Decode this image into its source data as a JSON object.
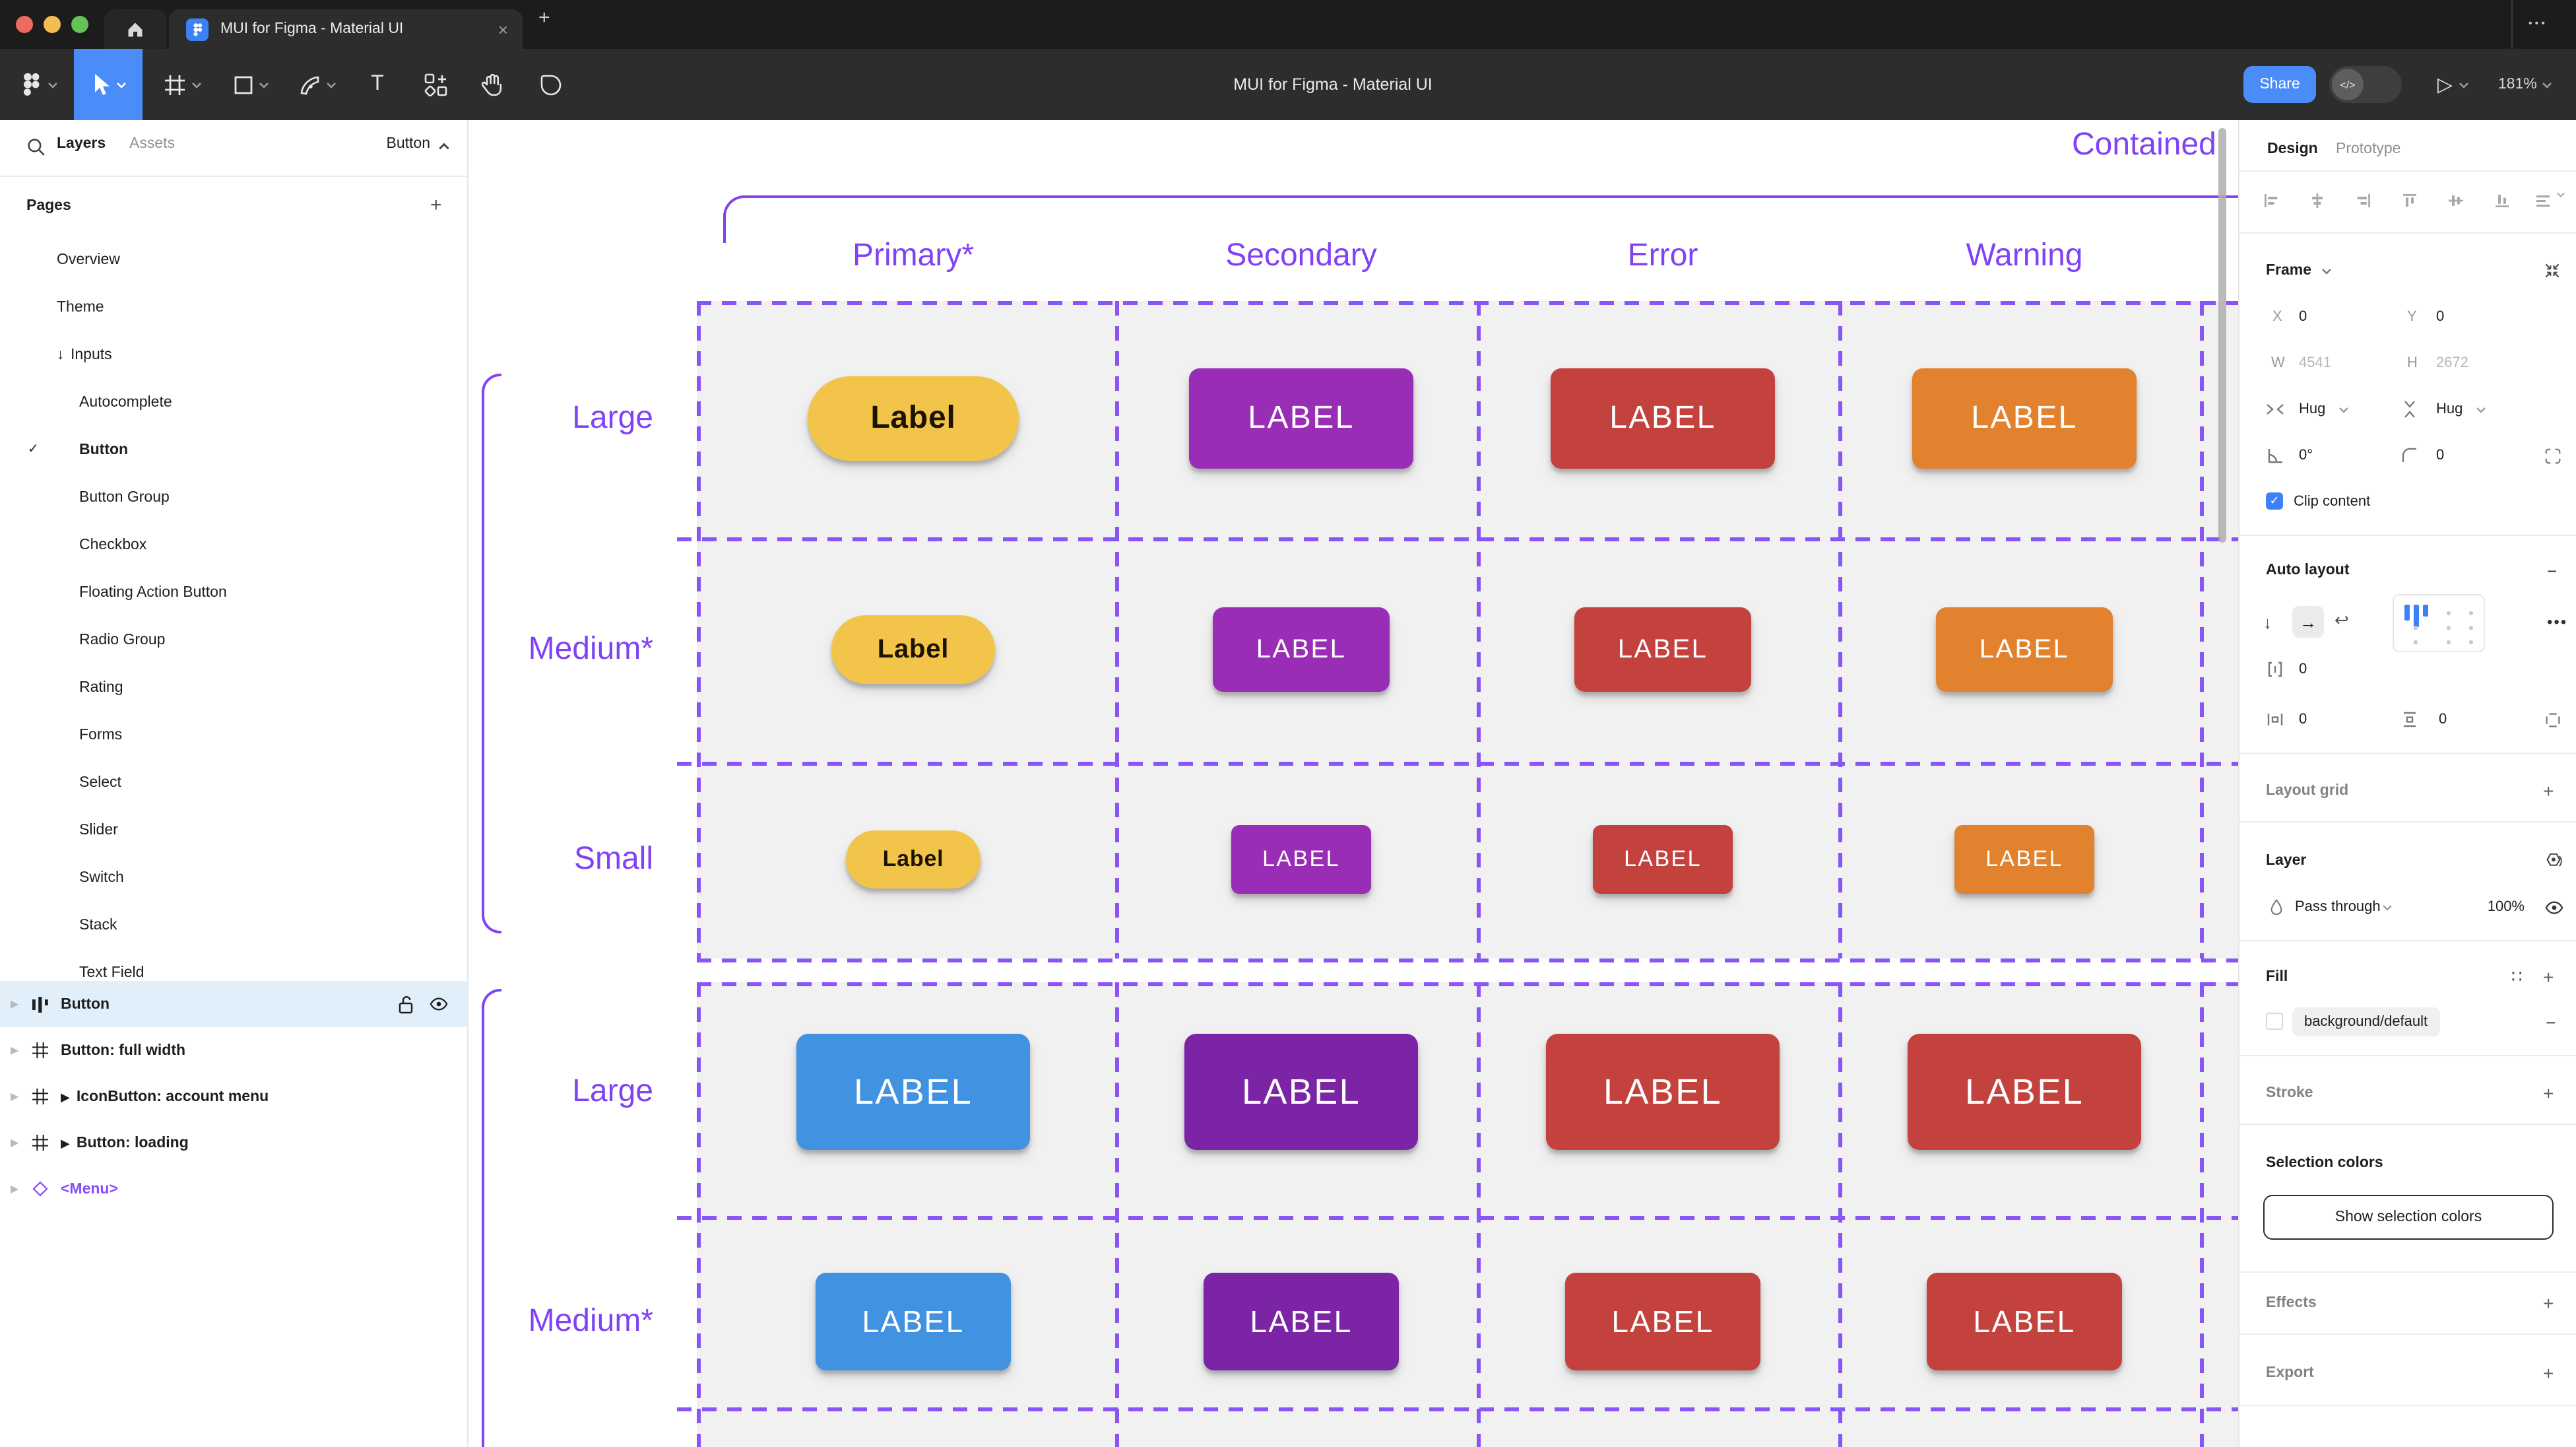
{
  "window": {
    "tab_title": "MUI for Figma - Material UI",
    "close_glyph": "×",
    "new_tab_glyph": "+",
    "more_glyph": "•••"
  },
  "toolbar": {
    "title": "MUI for Figma - Material UI",
    "share_label": "Share",
    "dev_toggle_label": "</>",
    "present_glyph": "▷",
    "zoom_level": "181%"
  },
  "sidebar": {
    "layers_tab": "Layers",
    "assets_tab": "Assets",
    "page_selector": "Button",
    "pages_header": "Pages",
    "check_glyph": "✓",
    "pages": [
      {
        "label": "Overview",
        "indent": 1
      },
      {
        "label": "Theme",
        "indent": 1
      },
      {
        "label": "Inputs",
        "indent": 1,
        "arrow": "↓"
      },
      {
        "label": "Autocomplete",
        "indent": 2
      },
      {
        "label": "Button",
        "indent": 2,
        "checked": true
      },
      {
        "label": "Button Group",
        "indent": 2
      },
      {
        "label": "Checkbox",
        "indent": 2
      },
      {
        "label": "Floating Action Button",
        "indent": 2
      },
      {
        "label": "Radio Group",
        "indent": 2
      },
      {
        "label": "Rating",
        "indent": 2
      },
      {
        "label": "Forms",
        "indent": 2
      },
      {
        "label": "Select",
        "indent": 2
      },
      {
        "label": "Slider",
        "indent": 2
      },
      {
        "label": "Switch",
        "indent": 2
      },
      {
        "label": "Stack",
        "indent": 2
      },
      {
        "label": "Text Field",
        "indent": 2
      }
    ],
    "layers": [
      {
        "label": "Button",
        "icon": "auto-layout",
        "selected": true
      },
      {
        "label": "Button: full width",
        "icon": "frame"
      },
      {
        "label": "IconButton: account menu",
        "icon": "frame",
        "component_arrow": "▶"
      },
      {
        "label": "Button: loading",
        "icon": "frame",
        "component_arrow": "▶"
      },
      {
        "label": "<Menu>",
        "icon": "instance",
        "purple": true
      }
    ]
  },
  "canvas": {
    "section_title": "Contained",
    "accent_color": "#8142F5",
    "dash_color": "#8A55F7",
    "table_bg": "#F1F1F2",
    "columns": [
      "Primary*",
      "Secondary",
      "Error",
      "Warning"
    ],
    "tables": [
      {
        "rows": [
          {
            "label": "Large",
            "buttons": [
              {
                "bg": "#F2C54A",
                "fg": "#1C1400",
                "label": "Label",
                "shape": "pill"
              },
              {
                "bg": "#9A2DB5",
                "fg": "#FFFFFF",
                "label": "LABEL",
                "shape": "rect"
              },
              {
                "bg": "#C4423E",
                "fg": "#FFFFFF",
                "label": "LABEL",
                "shape": "rect"
              },
              {
                "bg": "#E2822F",
                "fg": "#FFFFFF",
                "label": "LABEL",
                "shape": "rect"
              }
            ]
          },
          {
            "label": "Medium*",
            "buttons": [
              {
                "bg": "#F2C54A",
                "fg": "#1C1400",
                "label": "Label",
                "shape": "pill"
              },
              {
                "bg": "#9A2DB5",
                "fg": "#FFFFFF",
                "label": "LABEL",
                "shape": "rect"
              },
              {
                "bg": "#C4423E",
                "fg": "#FFFFFF",
                "label": "LABEL",
                "shape": "rect"
              },
              {
                "bg": "#E2822F",
                "fg": "#FFFFFF",
                "label": "LABEL",
                "shape": "rect"
              }
            ]
          },
          {
            "label": "Small",
            "buttons": [
              {
                "bg": "#F2C54A",
                "fg": "#1C1400",
                "label": "Label",
                "shape": "pill"
              },
              {
                "bg": "#9A2DB5",
                "fg": "#FFFFFF",
                "label": "LABEL",
                "shape": "rect"
              },
              {
                "bg": "#C4423E",
                "fg": "#FFFFFF",
                "label": "LABEL",
                "shape": "rect"
              },
              {
                "bg": "#E2822F",
                "fg": "#FFFFFF",
                "label": "LABEL",
                "shape": "rect"
              }
            ]
          }
        ]
      },
      {
        "rows": [
          {
            "label": "Large",
            "buttons": [
              {
                "bg": "#4292E2",
                "fg": "#FFFFFF",
                "label": "LABEL",
                "shape": "rect"
              },
              {
                "bg": "#7B24A6",
                "fg": "#FFFFFF",
                "label": "LABEL",
                "shape": "rect"
              },
              {
                "bg": "#C4423E",
                "fg": "#FFFFFF",
                "label": "LABEL",
                "shape": "rect"
              },
              {
                "bg": "#C4423E",
                "fg": "#FFFFFF",
                "label": "LABEL",
                "shape": "rect"
              }
            ]
          },
          {
            "label": "Medium*",
            "buttons": [
              {
                "bg": "#4292E2",
                "fg": "#FFFFFF",
                "label": "LABEL",
                "shape": "rect"
              },
              {
                "bg": "#7B24A6",
                "fg": "#FFFFFF",
                "label": "LABEL",
                "shape": "rect"
              },
              {
                "bg": "#C4423E",
                "fg": "#FFFFFF",
                "label": "LABEL",
                "shape": "rect"
              },
              {
                "bg": "#C4423E",
                "fg": "#FFFFFF",
                "label": "LABEL",
                "shape": "rect"
              }
            ]
          }
        ]
      }
    ]
  },
  "panel": {
    "design_tab": "Design",
    "prototype_tab": "Prototype",
    "frame": {
      "title": "Frame",
      "x_label": "X",
      "x_value": "0",
      "y_label": "Y",
      "y_value": "0",
      "w_label": "W",
      "w_value": "4541",
      "h_label": "H",
      "h_value": "2672",
      "h_sizing": "Hug",
      "v_sizing": "Hug",
      "rotation": "0°",
      "corner_radius": "0",
      "clip_label": "Clip content"
    },
    "auto_layout": {
      "title": "Auto layout",
      "gap": "0",
      "padding_h": "0",
      "padding_v": "0"
    },
    "layout_grid_title": "Layout grid",
    "layer": {
      "title": "Layer",
      "blend_mode": "Pass through",
      "opacity": "100%"
    },
    "fill": {
      "title": "Fill",
      "style_name": "background/default"
    },
    "stroke_title": "Stroke",
    "selection_colors": {
      "title": "Selection colors",
      "button_label": "Show selection colors"
    },
    "effects_title": "Effects",
    "export_title": "Export"
  }
}
